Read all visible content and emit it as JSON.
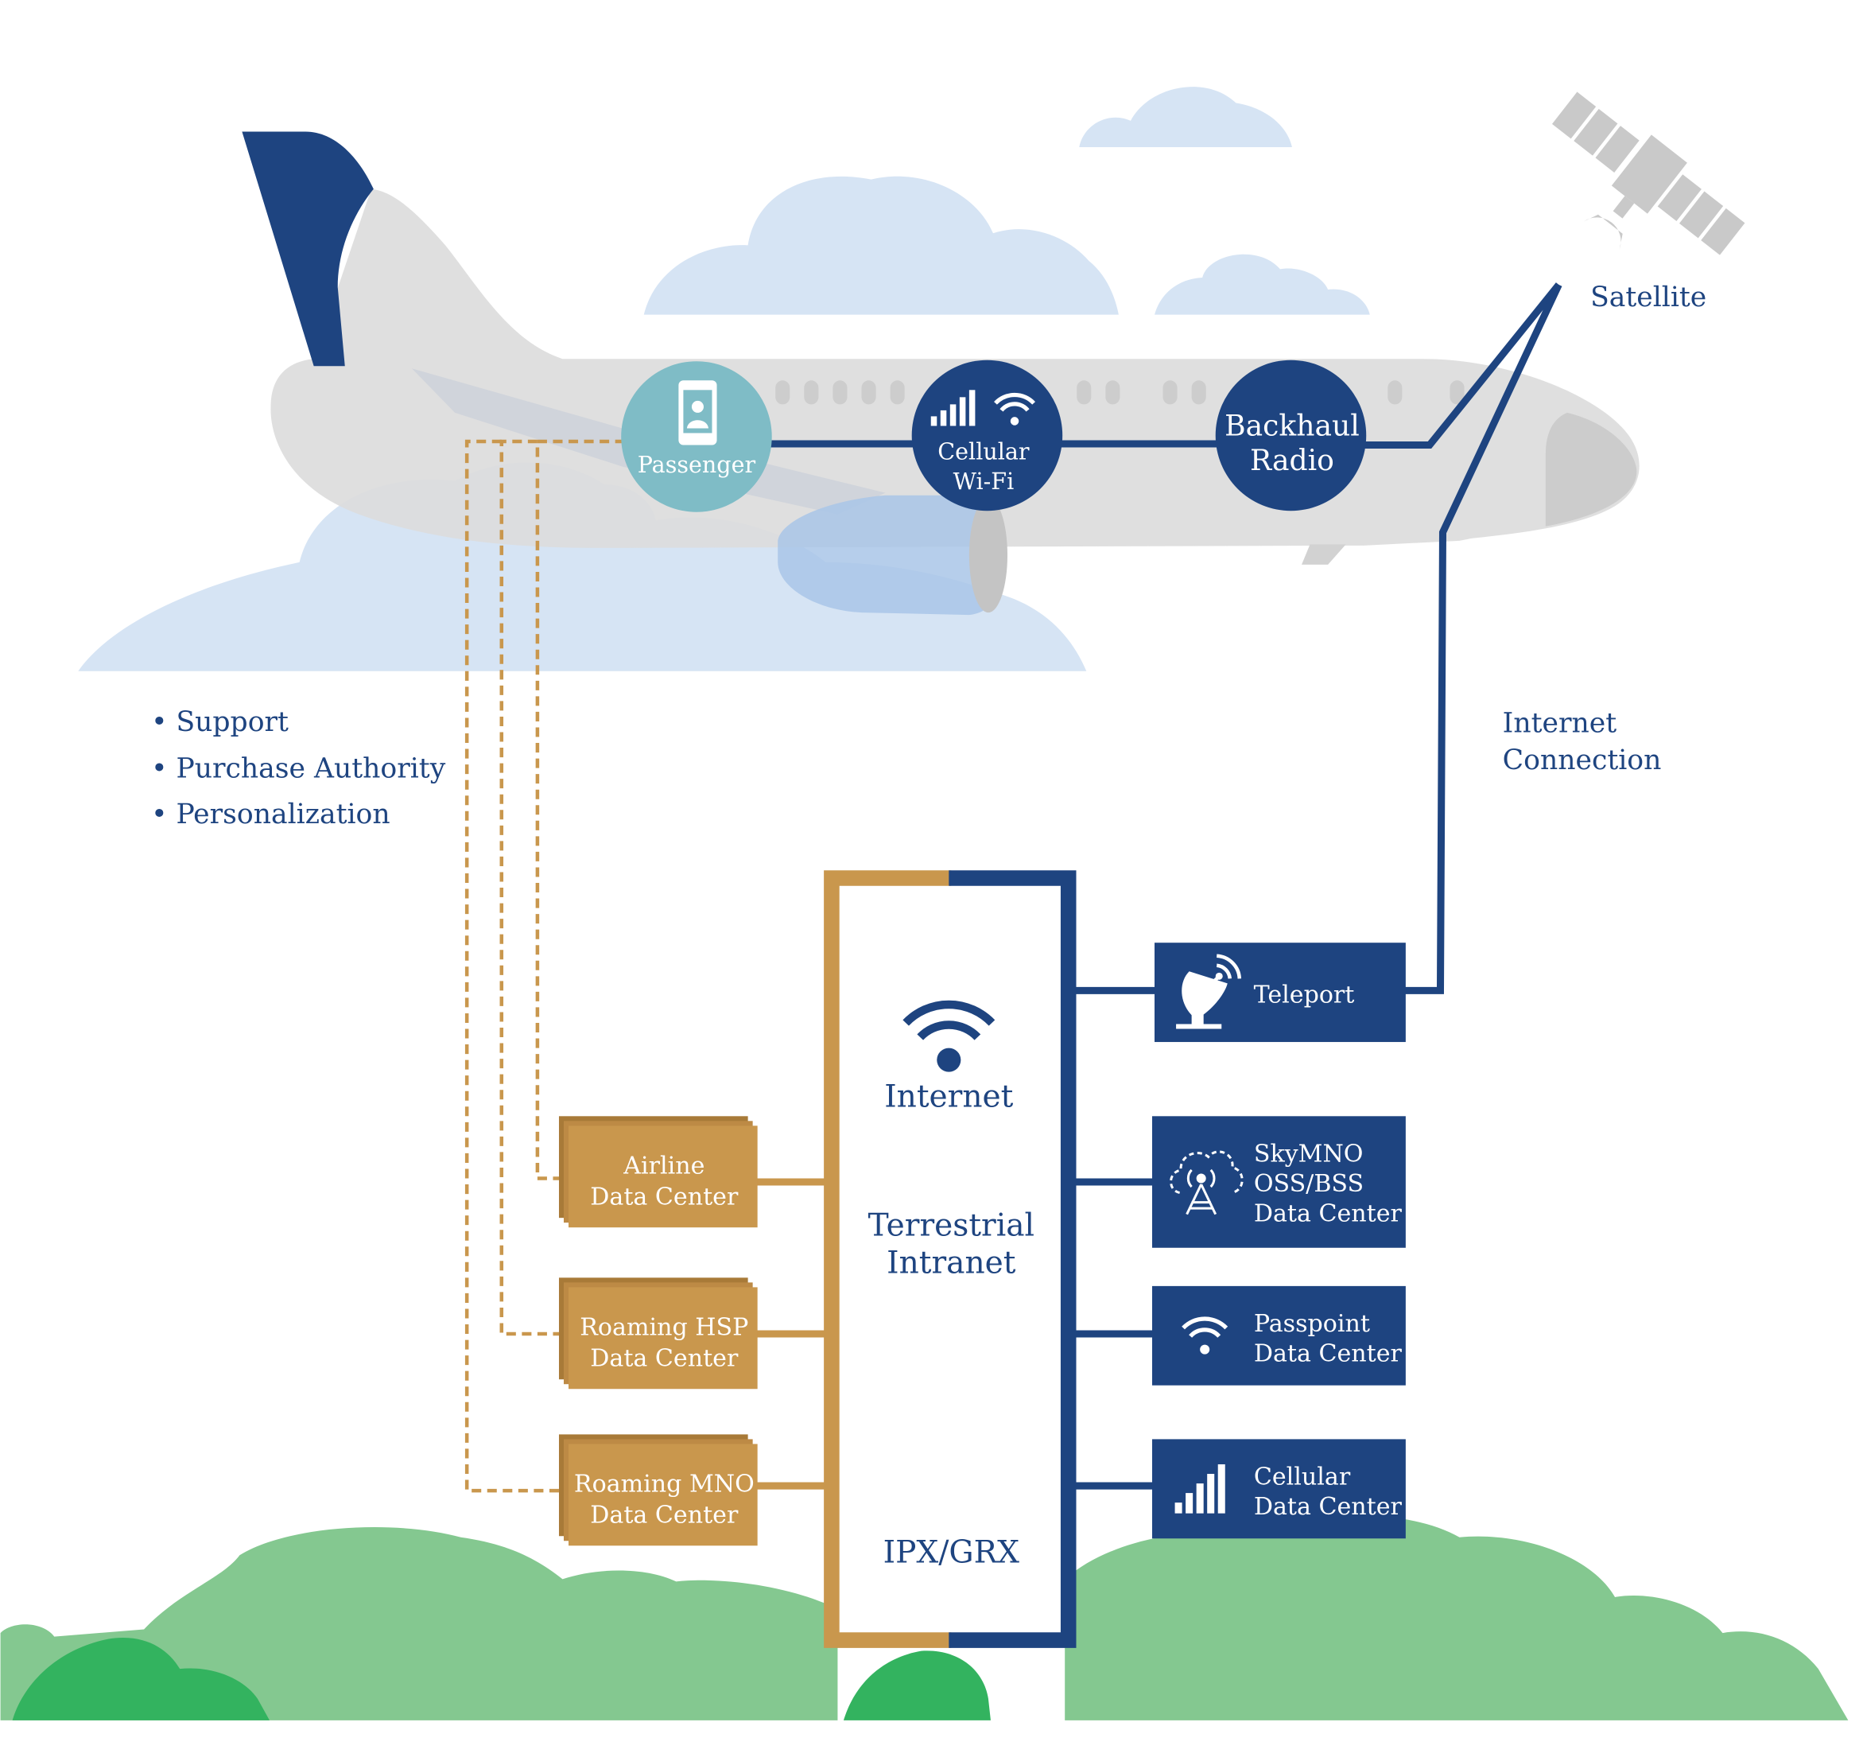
{
  "colors": {
    "navy": "#1e4480",
    "gold": "#c9974d",
    "gold_dark": "#a87a38",
    "teal": "#7fbcc6",
    "cloud": "#d6e4f4",
    "plane": "#dcdcdc",
    "ground": "#84c890",
    "ground_dark": "#33b35f",
    "satellite": "#c9c9c9"
  },
  "aircraft": {
    "passenger": {
      "label": "Passenger",
      "icon": "smartphone-icon"
    },
    "cellular_wifi": {
      "line1": "Cellular",
      "line2": "Wi-Fi",
      "icons": [
        "signal-bars-icon",
        "wifi-icon"
      ]
    },
    "backhaul_radio": {
      "line1": "Backhaul",
      "line2": "Radio"
    }
  },
  "satellite": {
    "label": "Satellite",
    "icon": "satellite-icon"
  },
  "internet_connection": {
    "line1": "Internet",
    "line2": "Connection"
  },
  "services_list": [
    "Support",
    "Purchase Authority",
    "Personalization"
  ],
  "network": {
    "internet": "Internet",
    "terrestrial_line1": "Terrestrial",
    "terrestrial_line2": "Intranet",
    "ipx": "IPX/GRX",
    "icon": "wifi-icon"
  },
  "left_data_centers": [
    {
      "line1": "Airline",
      "line2": "Data Center"
    },
    {
      "line1": "Roaming HSP",
      "line2": "Data Center"
    },
    {
      "line1": "Roaming MNO",
      "line2": "Data Center"
    }
  ],
  "right_data_centers": {
    "teleport": {
      "label": "Teleport",
      "icon": "satellite-dish-icon"
    },
    "skymno": {
      "line1": "SkyMNO",
      "line2": "OSS/BSS",
      "line3": "Data Center",
      "icon": "cell-tower-cloud-icon"
    },
    "passpoint": {
      "line1": "Passpoint",
      "line2": "Data Center",
      "icon": "wifi-icon"
    },
    "cellular": {
      "line1": "Cellular",
      "line2": "Data Center",
      "icon": "signal-bars-icon"
    }
  }
}
